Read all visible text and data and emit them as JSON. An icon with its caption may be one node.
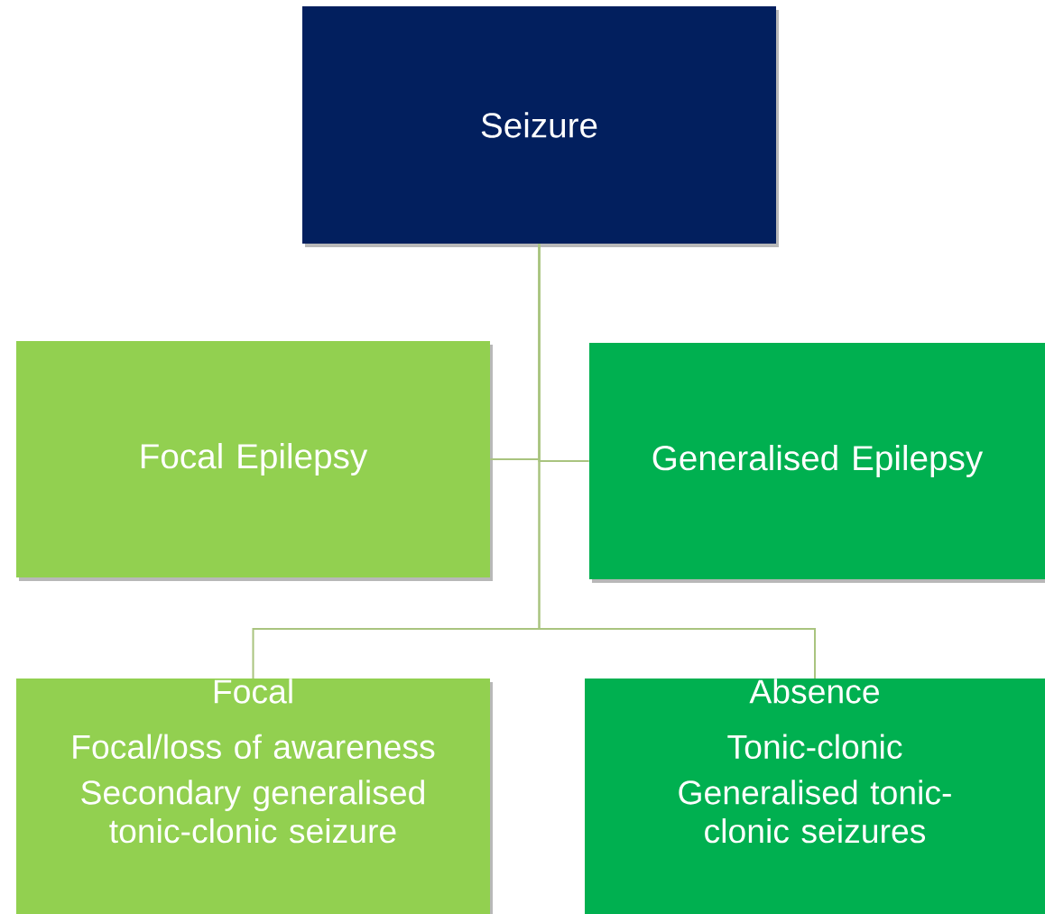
{
  "diagram": {
    "nodes": [
      {
        "text": [
          "Seizure"
        ]
      },
      {
        "text": [
          "Focal Epilepsy"
        ]
      },
      {
        "text": [
          "Generalised Epilepsy"
        ]
      },
      {
        "text": [
          "Focal",
          "Focal/loss of awareness",
          "Secondary generalised tonic-clonic seizure"
        ]
      },
      {
        "text": [
          "Absence",
          "Tonic-clonic",
          "Generalised tonic-clonic seizures"
        ]
      }
    ],
    "edges": [
      {
        "from": 0,
        "to": 1,
        "arrow": "none"
      },
      {
        "from": 0,
        "to": 2,
        "arrow": "none"
      },
      {
        "from": 0,
        "to": 3,
        "arrow": "none"
      },
      {
        "from": 0,
        "to": 4,
        "arrow": "none"
      }
    ]
  }
}
